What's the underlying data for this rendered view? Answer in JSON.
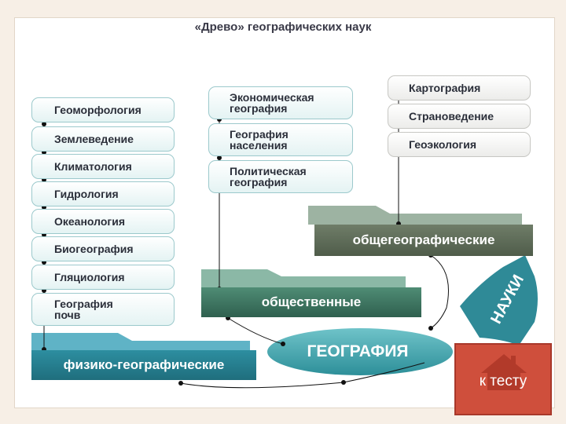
{
  "title": "«Древо» географических наук",
  "physical": [
    "Геоморфология",
    "Землеведение",
    "Климатология",
    "Гидрология",
    "Океанология",
    "Биогеография",
    "Гляциология",
    "География почв"
  ],
  "social": [
    "Экономическая география",
    "География населения",
    "Политическая география"
  ],
  "general": [
    "Картография",
    "Страноведение",
    "Геоэкология"
  ],
  "branches": {
    "physical": "физико-географические",
    "social": "общественные",
    "general": "общегеографические"
  },
  "geography": "ГЕОГРАФИЯ",
  "science": "НАУКИ",
  "test_button": "к тесту",
  "colors": {
    "teal": "#2d7f8f",
    "green": "#3f7563",
    "olive": "#5f6c58",
    "button": "#cf4f3c"
  }
}
